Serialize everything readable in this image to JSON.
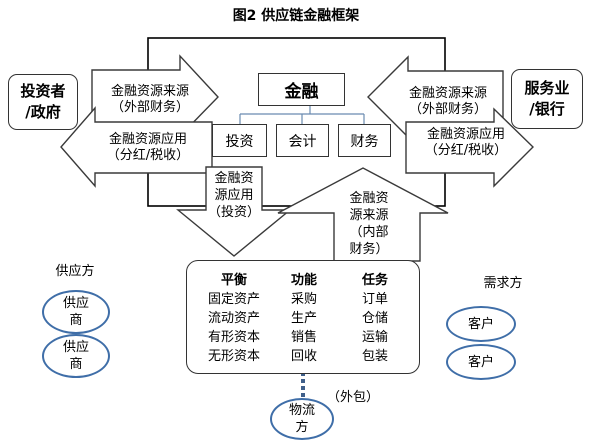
{
  "title": "图2  供应链金融框架",
  "investor": {
    "line1": "投资者",
    "line2": "/政府"
  },
  "service": {
    "line1": "服务业",
    "line2": "/银行"
  },
  "finance": {
    "label": "金融",
    "items": [
      "投资",
      "会计",
      "财务"
    ]
  },
  "arrows": {
    "left_in": {
      "line1": "金融资源来源",
      "line2": "（外部财务）"
    },
    "left_out": {
      "line1": "金融资源应用",
      "line2": "（分红/税收）"
    },
    "right_in": {
      "line1": "金融资源来源",
      "line2": "（外部财务）"
    },
    "right_out": {
      "line1": "金融资源应用",
      "line2": "（分红/税收）"
    },
    "down": {
      "lines": [
        "金融资",
        "源应用",
        "（投资）"
      ]
    },
    "up": {
      "lines": [
        "金融资",
        "源来源",
        "（内部",
        "财务）"
      ]
    }
  },
  "core": {
    "columns": [
      {
        "header": "平衡",
        "items": [
          "固定资产",
          "流动资产",
          "有形资本",
          "无形资本"
        ]
      },
      {
        "header": "功能",
        "items": [
          "采购",
          "生产",
          "销售",
          "回收"
        ]
      },
      {
        "header": "任务",
        "items": [
          "订单",
          "仓储",
          "运输",
          "包装"
        ]
      }
    ]
  },
  "supplier": {
    "label": "供应方",
    "nodes": [
      {
        "line1": "供应",
        "line2": "商"
      },
      {
        "line1": "供应",
        "line2": "商"
      }
    ]
  },
  "demand": {
    "label": "需求方",
    "nodes": [
      {
        "label": "客户"
      },
      {
        "label": "客户"
      }
    ]
  },
  "logistics": {
    "line1": "物流",
    "line2": "方",
    "outsource": "（外包）"
  },
  "colors": {
    "box_border": "#4a6a8e",
    "ellipse_border": "#3f6ea8",
    "logistics_dash": "#3f5f8a"
  }
}
